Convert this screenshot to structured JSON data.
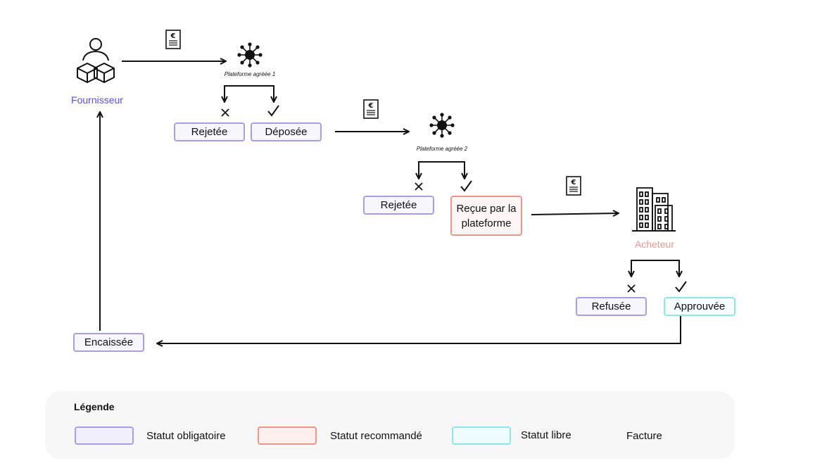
{
  "actors": {
    "supplier": "Fournisseur",
    "buyer": "Acheteur"
  },
  "platforms": {
    "p1": "Plateforme agréée 1",
    "p2": "Plateforme agréée 2"
  },
  "statuses": {
    "rejected_1": "Rejetée",
    "deposited": "Déposée",
    "rejected_2": "Rejetée",
    "received": "Reçue par la plateforme",
    "refused": "Refusée",
    "approved": "Approuvée",
    "cashed": "Encaissée"
  },
  "legend": {
    "title": "Légende",
    "mandatory": "Statut obligatoire",
    "recommended": "Statut recommandé",
    "free": "Statut libre",
    "invoice": "Facture"
  },
  "icons": {
    "supplier": "supplier-person-boxes-icon",
    "platform": "network-hub-icon",
    "invoice": "invoice-euro-icon",
    "buyer": "office-buildings-icon",
    "reject": "cross-icon",
    "accept": "checkmark-icon"
  },
  "colors": {
    "mandatory": "#a89ee8",
    "recommended": "#f0958b",
    "free": "#8ee6ea",
    "supplier_label": "#5b4fd6",
    "buyer_label": "#f0958b"
  }
}
